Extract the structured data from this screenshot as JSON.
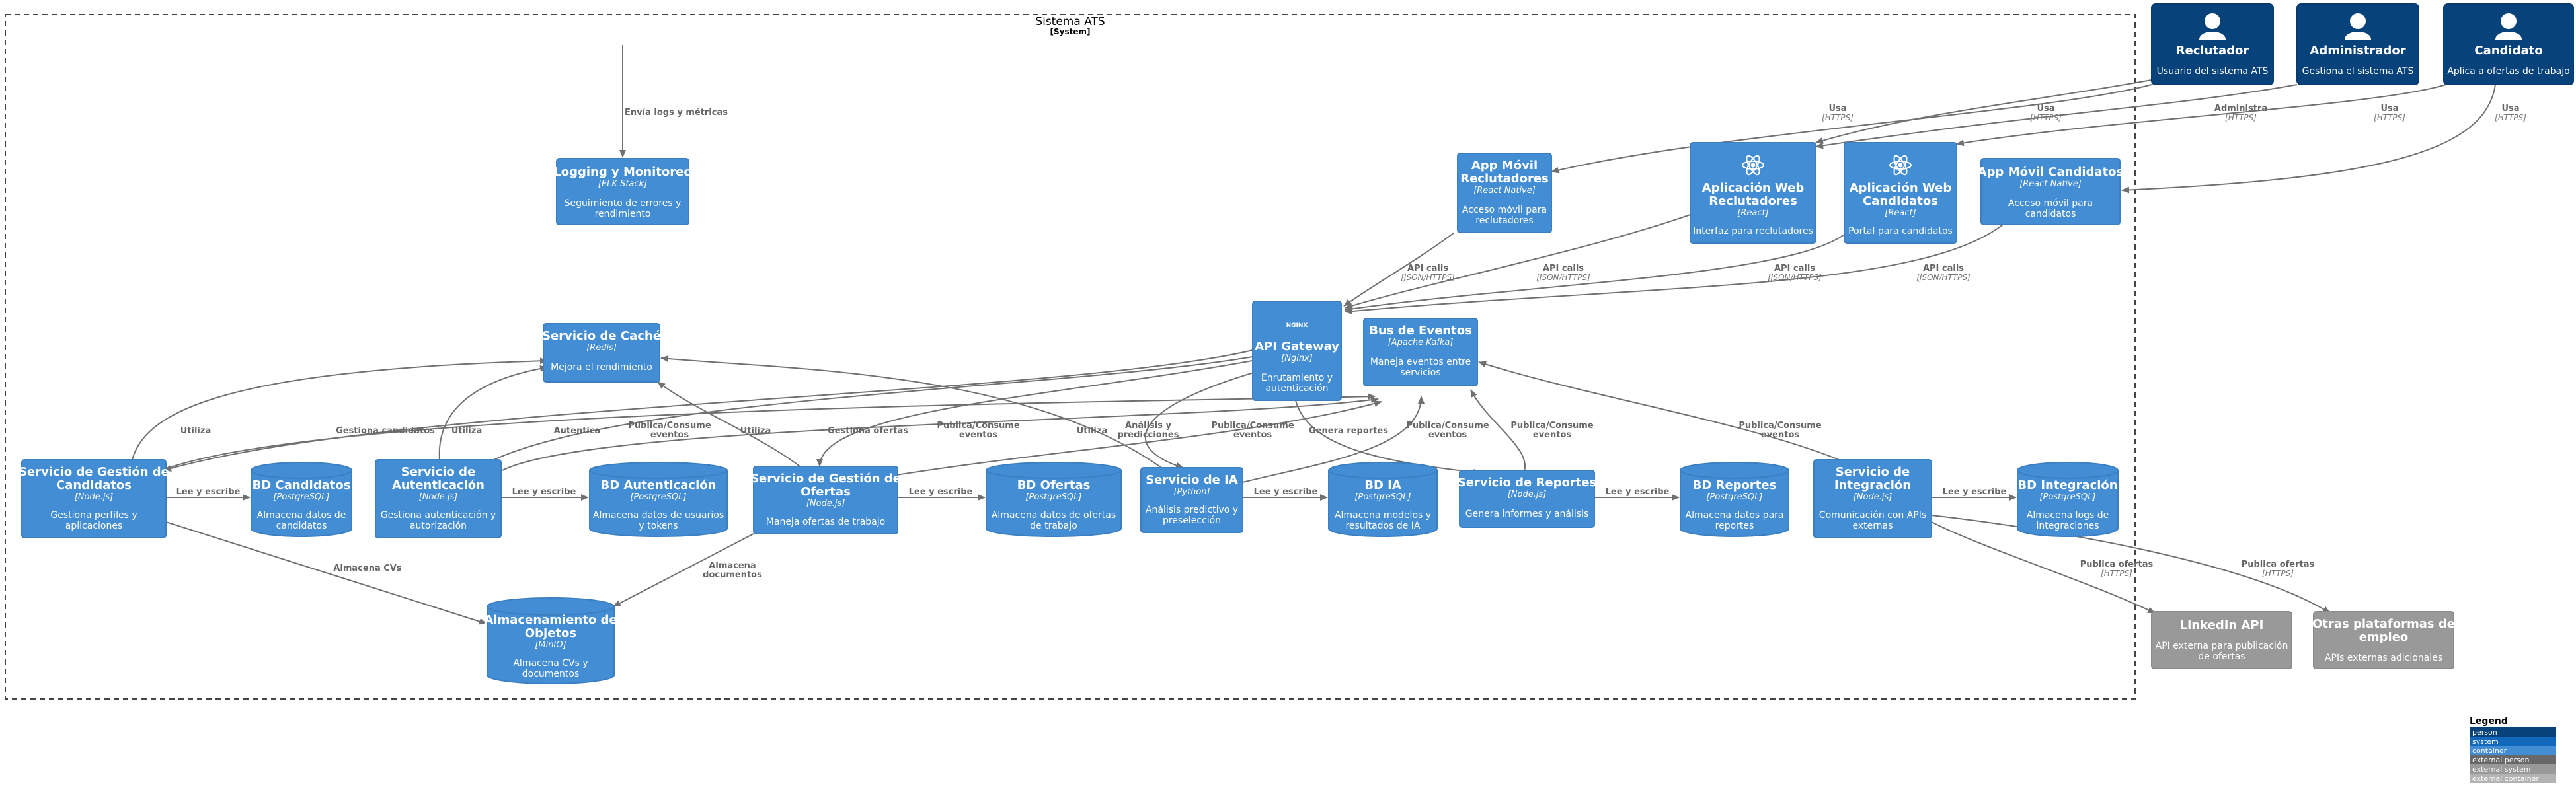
{
  "boundary": {
    "title": "Sistema ATS",
    "type": "[System]"
  },
  "people": {
    "reclutador": {
      "name": "Reclutador",
      "desc": "Usuario del sistema ATS"
    },
    "administrador": {
      "name": "Administrador",
      "desc": "Gestiona el sistema ATS"
    },
    "candidato": {
      "name": "Candidato",
      "desc": "Aplica a ofertas de trabajo"
    }
  },
  "containers": {
    "logging": {
      "title": "Logging y Monitoreo",
      "tech": "[ELK Stack]",
      "desc1": "Seguimiento de errores y",
      "desc2": "rendimiento"
    },
    "app_movil_rec": {
      "title1": "App Móvil",
      "title2": "Reclutadores",
      "tech": "[React Native]",
      "desc1": "Acceso móvil para",
      "desc2": "reclutadores"
    },
    "web_rec": {
      "title1": "Aplicación Web",
      "title2": "Reclutadores",
      "tech": "[React]",
      "desc1": "Interfaz para reclutadores"
    },
    "web_cand": {
      "title1": "Aplicación Web",
      "title2": "Candidatos",
      "tech": "[React]",
      "desc1": "Portal para candidatos"
    },
    "app_movil_cand": {
      "title": "App Móvil Candidatos",
      "tech": "[React Native]",
      "desc1": "Acceso móvil para",
      "desc2": "candidatos"
    },
    "cache": {
      "title": "Servicio de Caché",
      "tech": "[Redis]",
      "desc1": "Mejora el rendimiento"
    },
    "gateway": {
      "logo": "NGINX",
      "title": "API Gateway",
      "tech": "[Nginx]",
      "desc1": "Enrutamiento y",
      "desc2": "autenticación"
    },
    "bus": {
      "title": "Bus de Eventos",
      "tech": "[Apache Kafka]",
      "desc1": "Maneja eventos entre",
      "desc2": "servicios"
    },
    "svc_candidatos": {
      "title1": "Servicio de Gestión de",
      "title2": "Candidatos",
      "tech": "[Node.js]",
      "desc1": "Gestiona perfiles y",
      "desc2": "aplicaciones"
    },
    "db_candidatos": {
      "title": "BD Candidatos",
      "tech": "[PostgreSQL]",
      "desc1": "Almacena datos de",
      "desc2": "candidatos"
    },
    "svc_auth": {
      "title1": "Servicio de",
      "title2": "Autenticación",
      "tech": "[Node.js]",
      "desc1": "Gestiona autenticación y",
      "desc2": "autorización"
    },
    "db_auth": {
      "title": "BD Autenticación",
      "tech": "[PostgreSQL]",
      "desc1": "Almacena datos de usuarios",
      "desc2": "y tokens"
    },
    "svc_ofertas": {
      "title1": "Servicio de Gestión de",
      "title2": "Ofertas",
      "tech": "[Node.js]",
      "desc1": "Maneja ofertas de trabajo"
    },
    "db_ofertas": {
      "title": "BD Ofertas",
      "tech": "[PostgreSQL]",
      "desc1": "Almacena datos de ofertas",
      "desc2": "de trabajo"
    },
    "svc_ia": {
      "title": "Servicio de IA",
      "tech": "[Python]",
      "desc1": "Análisis predictivo y",
      "desc2": "preselección"
    },
    "db_ia": {
      "title": "BD IA",
      "tech": "[PostgreSQL]",
      "desc1": "Almacena modelos y",
      "desc2": "resultados de IA"
    },
    "svc_reportes": {
      "title": "Servicio de Reportes",
      "tech": "[Node.js]",
      "desc1": "Genera informes y análisis"
    },
    "db_reportes": {
      "title": "BD Reportes",
      "tech": "[PostgreSQL]",
      "desc1": "Almacena datos para",
      "desc2": "reportes"
    },
    "svc_integracion": {
      "title1": "Servicio de",
      "title2": "Integración",
      "tech": "[Node.js]",
      "desc1": "Comunicación con APIs",
      "desc2": "externas"
    },
    "db_integracion": {
      "title": "BD Integración",
      "tech": "[PostgreSQL]",
      "desc1": "Almacena logs de",
      "desc2": "integraciones"
    },
    "objetos": {
      "title1": "Almacenamiento de",
      "title2": "Objetos",
      "tech": "[MinIO]",
      "desc1": "Almacena CVs y",
      "desc2": "documentos"
    }
  },
  "external": {
    "linkedin": {
      "title": "LinkedIn API",
      "desc1": "API externa para publicación",
      "desc2": "de ofertas"
    },
    "otras": {
      "title1": "Otras plataformas de",
      "title2": "empleo",
      "desc1": "APIs externas adicionales"
    }
  },
  "edges": {
    "logs": "Envía logs y métricas",
    "usa": "Usa",
    "administra": "Administra",
    "https": "[HTTPS]",
    "api_calls": "API calls",
    "json_https": "[JSON/HTTPS]",
    "utiliza": "Utiliza",
    "gestiona_candidatos": "Gestiona candidatos",
    "autentica": "Autentica",
    "pub_cons1": "Publica/Consume",
    "pub_cons2": "eventos",
    "gestiona_ofertas": "Gestiona ofertas",
    "analisis1": "Análisis y",
    "analisis2": "predicciones",
    "genera_reportes": "Genera reportes",
    "lee_escribe": "Lee y escribe",
    "almacena_cvs": "Almacena CVs",
    "almacena_docs1": "Almacena",
    "almacena_docs2": "documentos",
    "publica_ofertas": "Publica ofertas"
  },
  "legend": {
    "title": "Legend",
    "items": [
      {
        "label": "person",
        "color": "#08427b"
      },
      {
        "label": "system",
        "color": "#1168bd"
      },
      {
        "label": "container",
        "color": "#438dd5"
      },
      {
        "label": "external person",
        "color": "#686868"
      },
      {
        "label": "external system",
        "color": "#999999"
      },
      {
        "label": "external container",
        "color": "#b3b3b3"
      }
    ]
  },
  "colors": {
    "person": "#08427b",
    "container": "#438dd5",
    "external_system": "#999999",
    "boundary": "#444444"
  }
}
